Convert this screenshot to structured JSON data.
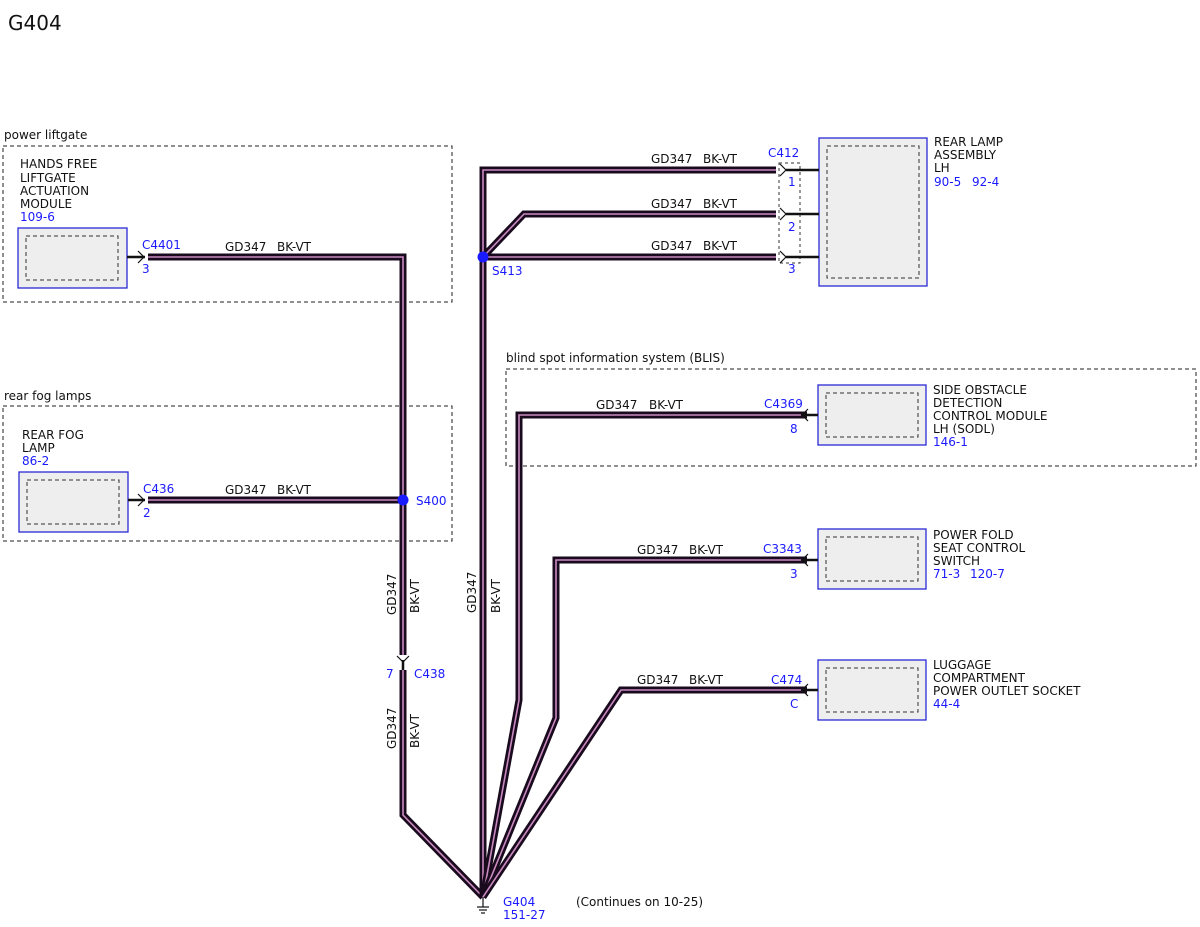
{
  "title": "G404",
  "continues": "(Continues on 10-25)",
  "wire": {
    "circuit": "GD347",
    "color": "BK-VT"
  },
  "groups": {
    "power_liftgate": "power liftgate",
    "rear_fog": "rear fog lamps",
    "blis": "blind spot information system (BLIS)"
  },
  "components": {
    "hands_free": {
      "lines": [
        "HANDS FREE",
        "LIFTGATE",
        "ACTUATION",
        "MODULE"
      ],
      "ref": "109-6"
    },
    "rear_fog_lamp": {
      "lines": [
        "REAR FOG",
        "LAMP"
      ],
      "ref": "86-2"
    },
    "rear_lamp": {
      "lines": [
        "REAR LAMP",
        "ASSEMBLY",
        "LH"
      ],
      "ref1": "90-5",
      "ref2": "92-4"
    },
    "sodl": {
      "lines": [
        "SIDE OBSTACLE",
        "DETECTION",
        "CONTROL MODULE",
        "LH (SODL)"
      ],
      "ref": "146-1"
    },
    "seat_switch": {
      "lines": [
        "POWER FOLD",
        "SEAT CONTROL",
        "SWITCH"
      ],
      "ref1": "71-3",
      "ref2": "120-7"
    },
    "outlet": {
      "lines": [
        "LUGGAGE",
        "COMPARTMENT",
        "POWER OUTLET SOCKET"
      ],
      "ref": "44-4"
    }
  },
  "connectors": {
    "c4401": {
      "id": "C4401",
      "pin": "3"
    },
    "c436": {
      "id": "C436",
      "pin": "2"
    },
    "c438": {
      "id": "C438",
      "pin": "7"
    },
    "c412": {
      "id": "C412",
      "pins": [
        "1",
        "2",
        "3"
      ]
    },
    "c4369": {
      "id": "C4369",
      "pin": "8"
    },
    "c3343": {
      "id": "C3343",
      "pin": "3"
    },
    "c474": {
      "id": "C474",
      "pin": "C"
    }
  },
  "splices": {
    "s400": "S400",
    "s413": "S413"
  },
  "ground": {
    "id": "G404",
    "ref": "151-27"
  }
}
